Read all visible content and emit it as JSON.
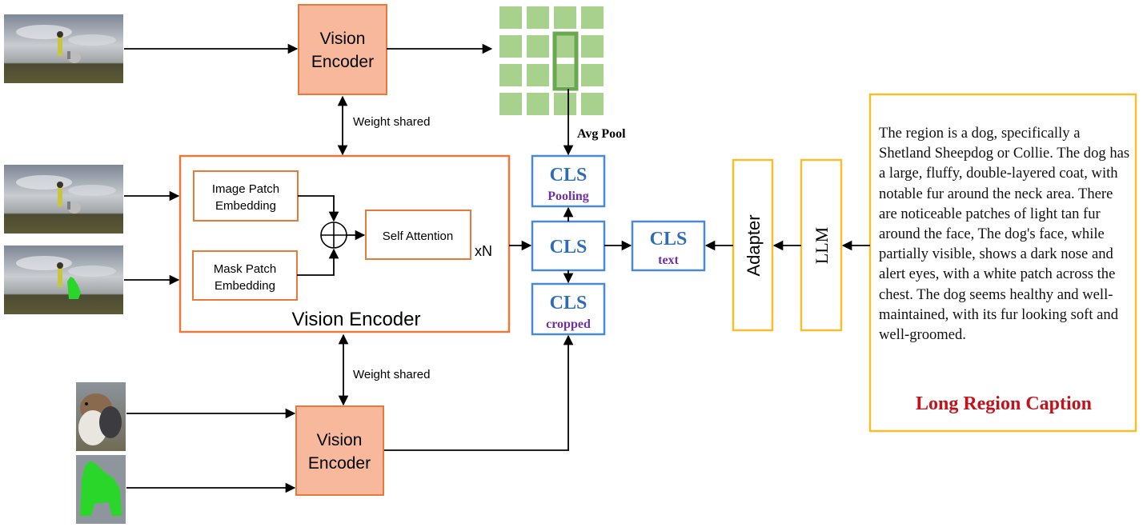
{
  "colors": {
    "encoder_fill": "#f7b89b",
    "encoder_stroke": "#e8793a",
    "cls_stroke": "#4a8ad0",
    "cls_text": "#2e6db3",
    "cls_sub_text": "#7030a0",
    "yellow_stroke": "#f5c02c",
    "caption_title": "#c0131c",
    "grid_cell": "#a9d18e",
    "grid_highlight": "#6aa84f",
    "mask_green": "#2bd62b"
  },
  "top_encoder": {
    "label_line1": "Vision",
    "label_line2": "Encoder"
  },
  "bottom_encoder": {
    "label_line1": "Vision",
    "label_line2": "Encoder"
  },
  "main_encoder": {
    "title": "Vision Encoder",
    "image_patch_line1": "Image Patch",
    "image_patch_line2": "Embedding",
    "mask_patch_line1": "Mask Patch",
    "mask_patch_line2": "Embedding",
    "self_attention": "Self Attention",
    "repeat": "xN"
  },
  "weight_shared_top": "Weight shared",
  "weight_shared_bottom": "Weight shared",
  "avg_pool": "Avg Pool",
  "cls_pooling": {
    "title": "CLS",
    "sub": "Pooling"
  },
  "cls_main": {
    "title": "CLS"
  },
  "cls_cropped": {
    "title": "CLS",
    "sub": "cropped"
  },
  "cls_text": {
    "title": "CLS",
    "sub": "text"
  },
  "adapter": "Adapter",
  "llm": "LLM",
  "caption": {
    "text": "The region is a dog, specifically a Shetland Sheepdog or Collie. The dog has a large, fluffy, double-layered coat, with notable fur around the neck area. There are noticeable patches of light tan fur around the face, The dog's face, while partially visible, shows a dark nose and alert eyes, with a white patch across the chest. The dog seems healthy and well-maintained, with its fur looking soft and well-groomed.",
    "title": "Long Region Caption"
  },
  "icons": {
    "scene_image": "field-scene-image",
    "scene_masked_image": "field-scene-masked-image",
    "dog_crop": "dog-crop-image",
    "dog_mask": "dog-mask-image",
    "feature_grid": "feature-grid",
    "plus": "circled-plus-icon"
  }
}
